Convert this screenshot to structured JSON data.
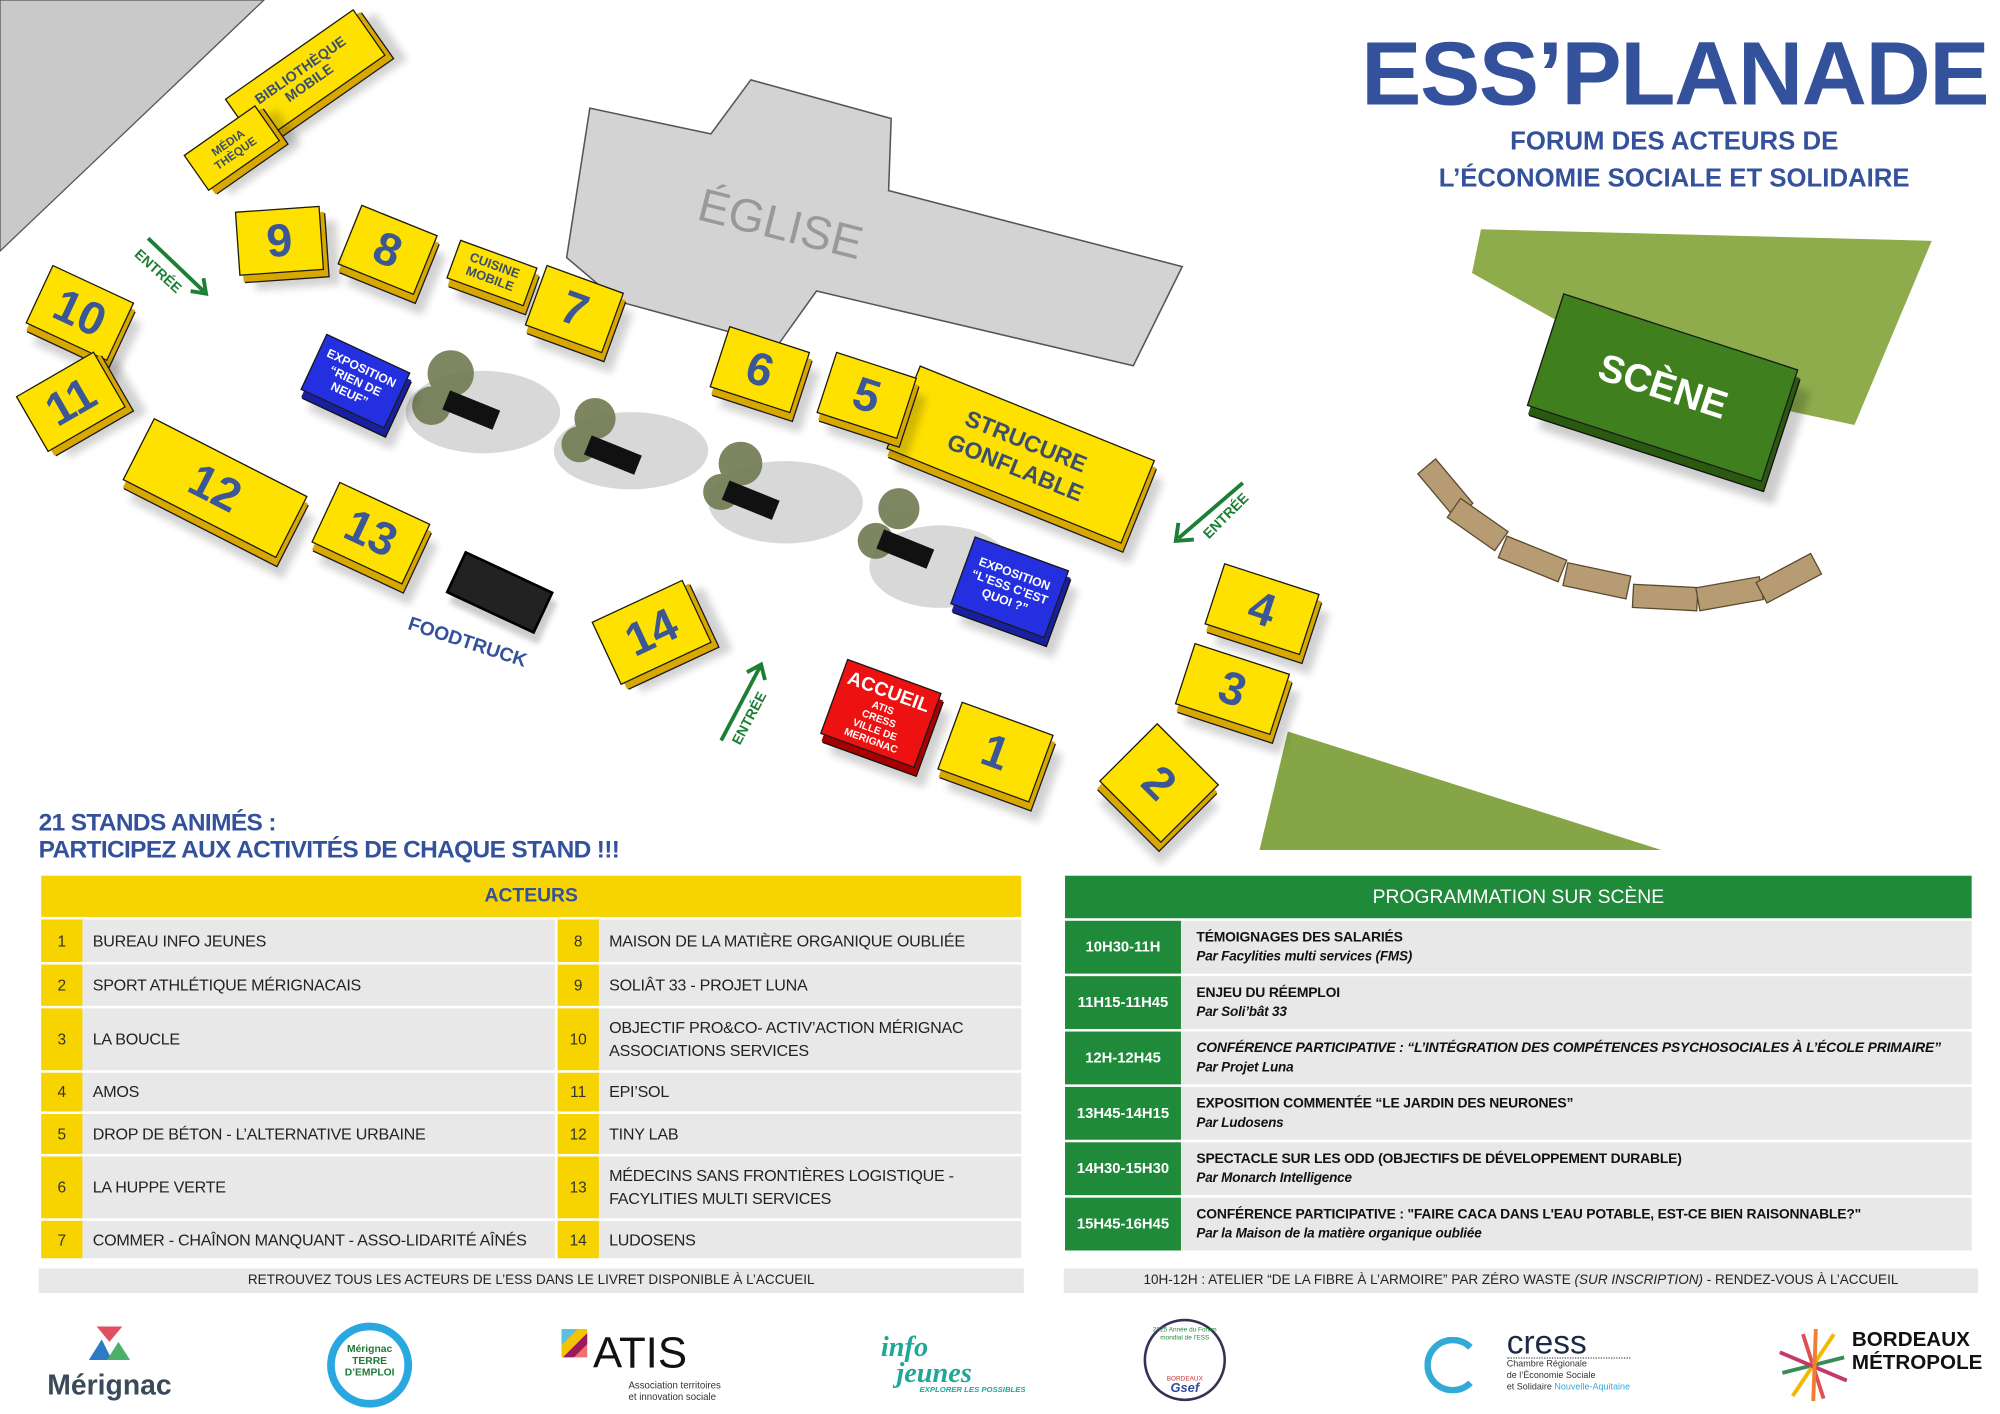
{
  "header": {
    "title": "ESS’PLANADE",
    "subtitle_line1": "FORUM DES ACTEURS DE",
    "subtitle_line2": "L’ÉCONOMIE SOCIALE ET SOLIDAIRE"
  },
  "map": {
    "church": "ÉGLISE",
    "stage": "SCÈNE",
    "bibliotheque": [
      "BIBLIOTHÈQUE",
      "MOBILE"
    ],
    "mediatheque": [
      "MÉDIA",
      "THÈQUE"
    ],
    "cuisine": [
      "CUISINE",
      "MOBILE"
    ],
    "structure": [
      "STRUCURE",
      "GONFLABLE"
    ],
    "expo1": [
      "EXPOSITION",
      "“RIEN DE",
      "NEUF”"
    ],
    "expo2": [
      "EXPOSITION",
      "“L’ESS C’EST",
      "QUOI ?”"
    ],
    "accueil": {
      "title": "ACCUEIL",
      "lines": [
        "ATIS",
        "CRESS",
        "VILLE DE",
        "MERIGNAC"
      ]
    },
    "foodtruck": "FOODTRUCK",
    "entrance": "ENTRÉE",
    "stands": [
      "1",
      "2",
      "3",
      "4",
      "5",
      "6",
      "7",
      "8",
      "9",
      "10",
      "11",
      "12",
      "13",
      "14"
    ]
  },
  "intro": {
    "line1": "21 STANDS ANIMÉS :",
    "line2": "PARTICIPEZ AUX ACTIVITÉS DE CHAQUE STAND !!!"
  },
  "acteurs": {
    "title": "ACTEURS",
    "rows": [
      [
        {
          "n": "1",
          "name": "BUREAU INFO JEUNES"
        },
        {
          "n": "8",
          "name": "MAISON DE LA MATIÈRE ORGANIQUE OUBLIÉE"
        }
      ],
      [
        {
          "n": "2",
          "name": "SPORT ATHLÉTIQUE MÉRIGNACAIS"
        },
        {
          "n": "9",
          "name": "SOLIÂT 33 - PROJET LUNA"
        }
      ],
      [
        {
          "n": "3",
          "name": "LA BOUCLE"
        },
        {
          "n": "10",
          "name": "OBJECTIF PRO&CO- ACTIV’ACTION MÉRIGNAC ASSOCIATIONS SERVICES"
        }
      ],
      [
        {
          "n": "4",
          "name": "AMOS"
        },
        {
          "n": "11",
          "name": "EPI’SOL"
        }
      ],
      [
        {
          "n": "5",
          "name": "DROP DE BÉTON - L’ALTERNATIVE URBAINE"
        },
        {
          "n": "12",
          "name": "TINY LAB"
        }
      ],
      [
        {
          "n": "6",
          "name": "LA HUPPE VERTE"
        },
        {
          "n": "13",
          "name": "MÉDECINS SANS FRONTIÈRES LOGISTIQUE - FACYLITIES MULTI SERVICES"
        }
      ],
      [
        {
          "n": "7",
          "name": "COMMER - CHAÎNON MANQUANT - ASSO-LIDARITÉ AÎNÉS"
        },
        {
          "n": "14",
          "name": "LUDOSENS"
        }
      ]
    ],
    "note": "RETROUVEZ TOUS LES ACTEURS DE L’ESS DANS LE LIVRET DISPONIBLE À L’ACCUEIL"
  },
  "programme": {
    "title": "PROGRAMMATION SUR SCÈNE",
    "rows": [
      {
        "time": "10H30-11H",
        "title": "TÉMOIGNAGES DES SALARIÉS",
        "by": "Par Facylities multi services (FMS)"
      },
      {
        "time": "11H15-11H45",
        "title": "ENJEU DU RÉEMPLOI",
        "by": "Par Soli’bât 33"
      },
      {
        "time": "12H-12H45",
        "title": "CONFÉRENCE PARTICIPATIVE : “L’INTÉGRATION DES COMPÉTENCES PSYCHOSOCIALES À L’ÉCOLE PRIMAIRE”",
        "by": "Par Projet Luna",
        "italic": true
      },
      {
        "time": "13H45-14H15",
        "title": "EXPOSITION COMMENTÉE “LE JARDIN DES NEURONES”",
        "by": "Par Ludosens"
      },
      {
        "time": "14H30-15H30",
        "title": "SPECTACLE SUR LES ODD (OBJECTIFS DE DÉVELOPPEMENT DURABLE)",
        "by": "Par Monarch Intelligence"
      },
      {
        "time": "15H45-16H45",
        "title": "CONFÉRENCE PARTICIPATIVE : \"FAIRE CACA DANS L'EAU POTABLE, EST-CE BIEN RAISONNABLE?\"",
        "by": "Par la Maison de la matière organique oubliée"
      }
    ],
    "note_a": "10H-12H : ATELIER “DE LA FIBRE À L’ARMOIRE” PAR ZÉRO WASTE ",
    "note_b": "(SUR INSCRIPTION)",
    "note_c": " - RENDEZ-VOUS À L’ACCUEIL"
  },
  "logos": {
    "merignac": "Mérignac",
    "terre_emploi": [
      "Mérignac",
      "TERRE",
      "D’EMPLOI"
    ],
    "atis": "ATIS",
    "atis_sub": [
      "Association territoires",
      "et innovation sociale"
    ],
    "infojeunes": [
      "info",
      "jeunes"
    ],
    "infojeunes_sub": "EXPLORER LES POSSIBLES",
    "gsef": [
      "2025 Année du Forum mondial de l’ESS",
      "BORDEAUX",
      "Gsef"
    ],
    "cress": "cress",
    "cress_sub": [
      "Chambre Régionale",
      "de l’Économie Sociale",
      "et Solidaire"
    ],
    "cress_region": "Nouvelle-Aquitaine",
    "bordeaux": [
      "BORDEAUX",
      "MÉTROPOLE"
    ]
  },
  "colors": {
    "blue": "#34519b",
    "yellow": "#ffe100",
    "green": "#1f8a3a",
    "red": "#ee1111"
  }
}
